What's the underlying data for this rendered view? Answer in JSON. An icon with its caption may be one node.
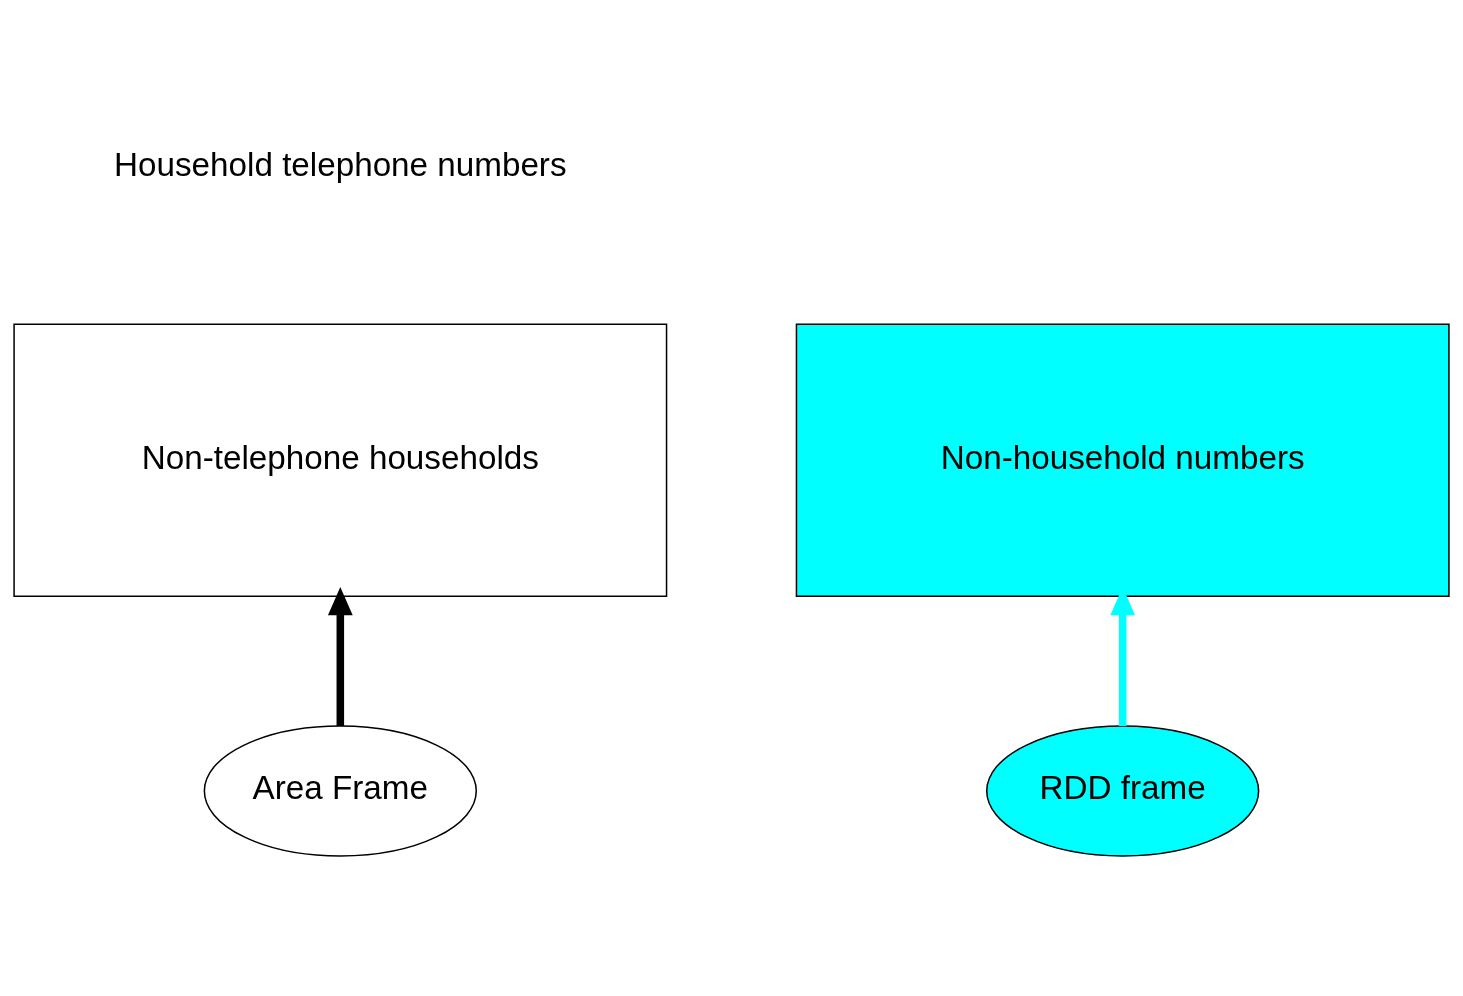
{
  "diagram": {
    "nodes": [
      {
        "text": [
          "Non-telephone households"
        ]
      },
      {
        "text": [
          "Non-household numbers"
        ]
      },
      {
        "text": [
          "RDD frame"
        ]
      },
      {
        "text": [
          "Area Frame"
        ]
      }
    ],
    "edges": [
      {
        "from": 2,
        "to": 1,
        "arrow": "to",
        "color": "#00ffff"
      },
      {
        "from": 3,
        "to": 0,
        "arrow": "to",
        "color": "#000000"
      }
    ],
    "labels": [
      "Household telephone numbers"
    ]
  }
}
